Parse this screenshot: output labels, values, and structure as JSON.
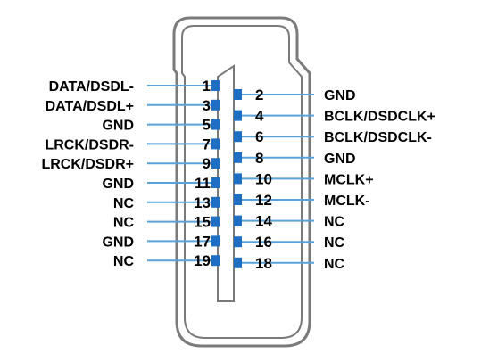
{
  "colors": {
    "wire": "#5aa2d8",
    "pad": "#1e6fc4",
    "shell": "#7a7a7a",
    "text": "#000000"
  },
  "left_pins": [
    {
      "num": "1",
      "label": "DATA/DSDL-"
    },
    {
      "num": "3",
      "label": "DATA/DSDL+"
    },
    {
      "num": "5",
      "label": "GND"
    },
    {
      "num": "7",
      "label": "LRCK/DSDR-"
    },
    {
      "num": "9",
      "label": "LRCK/DSDR+"
    },
    {
      "num": "11",
      "label": "GND"
    },
    {
      "num": "13",
      "label": "NC"
    },
    {
      "num": "15",
      "label": "NC"
    },
    {
      "num": "17",
      "label": "GND"
    },
    {
      "num": "19",
      "label": "NC"
    }
  ],
  "right_pins": [
    {
      "num": "2",
      "label": "GND"
    },
    {
      "num": "4",
      "label": "BCLK/DSDCLK+"
    },
    {
      "num": "6",
      "label": "BCLK/DSDCLK-"
    },
    {
      "num": "8",
      "label": "GND"
    },
    {
      "num": "10",
      "label": "MCLK+"
    },
    {
      "num": "12",
      "label": "MCLK-"
    },
    {
      "num": "14",
      "label": "NC"
    },
    {
      "num": "16",
      "label": "NC"
    },
    {
      "num": "18",
      "label": "NC"
    }
  ]
}
